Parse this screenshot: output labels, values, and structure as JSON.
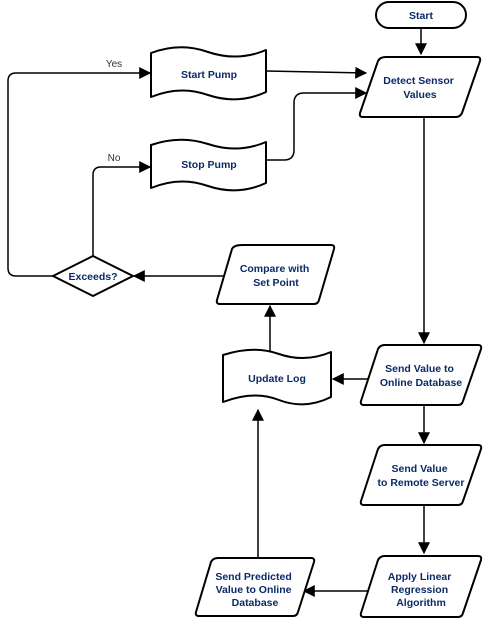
{
  "nodes": {
    "start": "Start",
    "detect": [
      "Detect Sensor",
      "Values"
    ],
    "start_pump": "Start Pump",
    "stop_pump": "Stop Pump",
    "exceeds": "Exceeds?",
    "compare": [
      "Compare with",
      "Set Point"
    ],
    "update_log": "Update Log",
    "send_online": [
      "Send Value to",
      "Online Database"
    ],
    "send_remote": [
      "Send Value",
      "to Remote Server"
    ],
    "regression": [
      "Apply Linear",
      "Regression",
      "Algorithm"
    ],
    "send_predicted": [
      "Send Predicted",
      "Value to Online",
      "Database"
    ]
  },
  "edge_labels": {
    "yes": "Yes",
    "no": "No"
  }
}
